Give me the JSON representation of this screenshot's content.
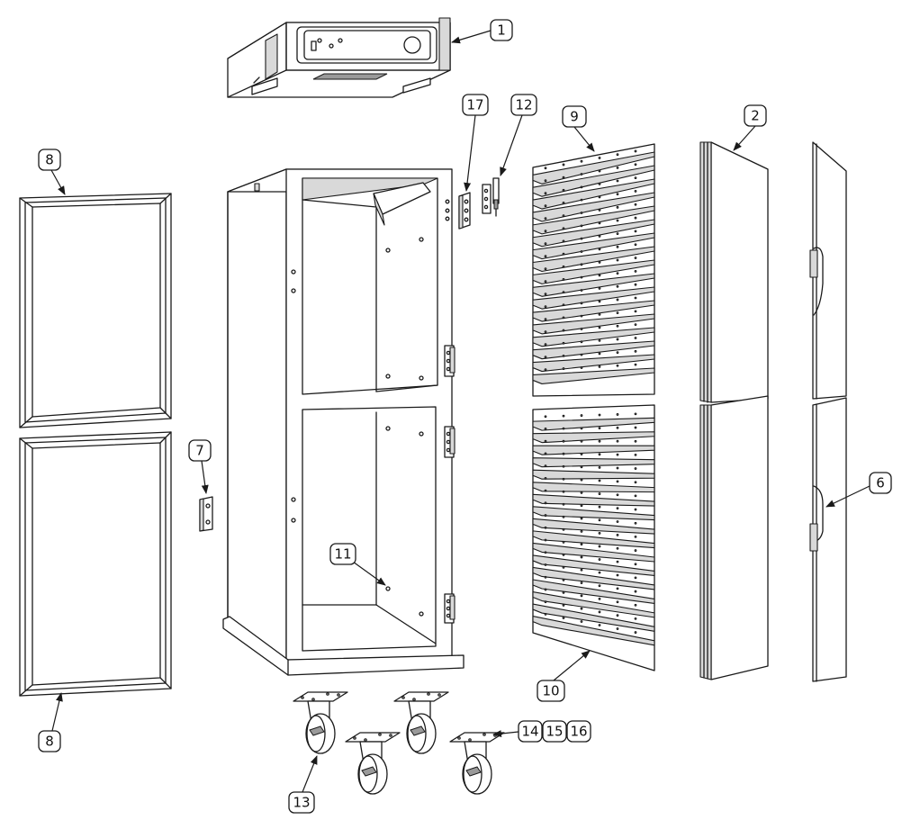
{
  "callouts": [
    {
      "id": "c1",
      "label": "1"
    },
    {
      "id": "c2",
      "label": "2"
    },
    {
      "id": "c6",
      "label": "6"
    },
    {
      "id": "c7",
      "label": "7"
    },
    {
      "id": "c8a",
      "label": "8"
    },
    {
      "id": "c8b",
      "label": "8"
    },
    {
      "id": "c9",
      "label": "9"
    },
    {
      "id": "c10",
      "label": "10"
    },
    {
      "id": "c11",
      "label": "11"
    },
    {
      "id": "c12",
      "label": "12"
    },
    {
      "id": "c13",
      "label": "13"
    },
    {
      "id": "c14",
      "label": "14"
    },
    {
      "id": "c15",
      "label": "15"
    },
    {
      "id": "c16",
      "label": "16"
    },
    {
      "id": "c17",
      "label": "17"
    }
  ],
  "colors": {
    "line": "#1a1a1a",
    "shade": "#d9d9d9",
    "dark": "#9a9a9a",
    "background": "#ffffff"
  }
}
